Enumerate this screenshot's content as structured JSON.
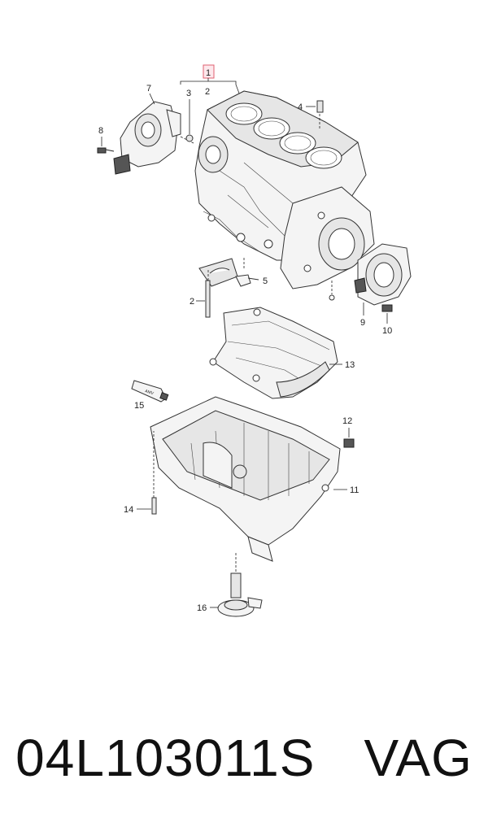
{
  "callouts": [
    {
      "id": "c1",
      "text": "1"
    },
    {
      "id": "c2a",
      "text": "2"
    },
    {
      "id": "c2b",
      "text": "2"
    },
    {
      "id": "c3",
      "text": "3"
    },
    {
      "id": "c4",
      "text": "4"
    },
    {
      "id": "c5",
      "text": "5"
    },
    {
      "id": "c7",
      "text": "7"
    },
    {
      "id": "c8",
      "text": "8"
    },
    {
      "id": "c9",
      "text": "9"
    },
    {
      "id": "c10",
      "text": "10"
    },
    {
      "id": "c11",
      "text": "11"
    },
    {
      "id": "c12",
      "text": "12"
    },
    {
      "id": "c13",
      "text": "13"
    },
    {
      "id": "c14",
      "text": "14"
    },
    {
      "id": "c15",
      "text": "15"
    },
    {
      "id": "c16",
      "text": "16"
    }
  ],
  "tube_label": "AMV",
  "footer": {
    "part_number": "04L103011S",
    "brand": "VAG"
  },
  "colors": {
    "highlight": "#e06070",
    "line": "#222222"
  }
}
